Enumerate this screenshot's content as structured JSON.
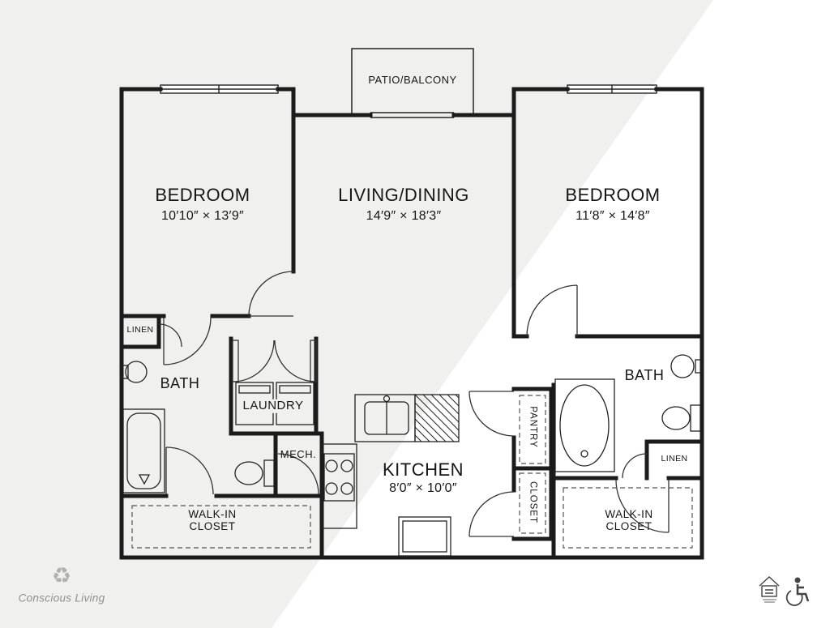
{
  "plan": {
    "patio": {
      "label": "PATIO/BALCONY"
    },
    "bedroom_left": {
      "label": "BEDROOM",
      "dims": "10′10″ × 13′9″"
    },
    "living": {
      "label": "LIVING/DINING",
      "dims": "14′9″ × 18′3″"
    },
    "bedroom_right": {
      "label": "BEDROOM",
      "dims": "11′8″ × 14′8″"
    },
    "linen_left": {
      "label": "LINEN"
    },
    "bath_left": {
      "label": "BATH"
    },
    "laundry": {
      "label": "LAUNDRY"
    },
    "mech": {
      "label": "MECH."
    },
    "kitchen": {
      "label": "KITCHEN",
      "dims": "8′0″ × 10′0″"
    },
    "pantry": {
      "label": "PANTRY"
    },
    "closet": {
      "label": "CLOSET"
    },
    "bath_right": {
      "label": "BATH"
    },
    "linen_right": {
      "label": "LINEN"
    },
    "walkin_left": {
      "line1": "WALK-IN",
      "line2": "CLOSET"
    },
    "walkin_right": {
      "line1": "WALK-IN",
      "line2": "CLOSET"
    }
  },
  "footer": {
    "brand": "Conscious Living",
    "recycle_glyph": "♻"
  },
  "colors": {
    "background_gray": "#f0f0ee",
    "background_white": "#ffffff",
    "wall": "#1b1b1b"
  }
}
